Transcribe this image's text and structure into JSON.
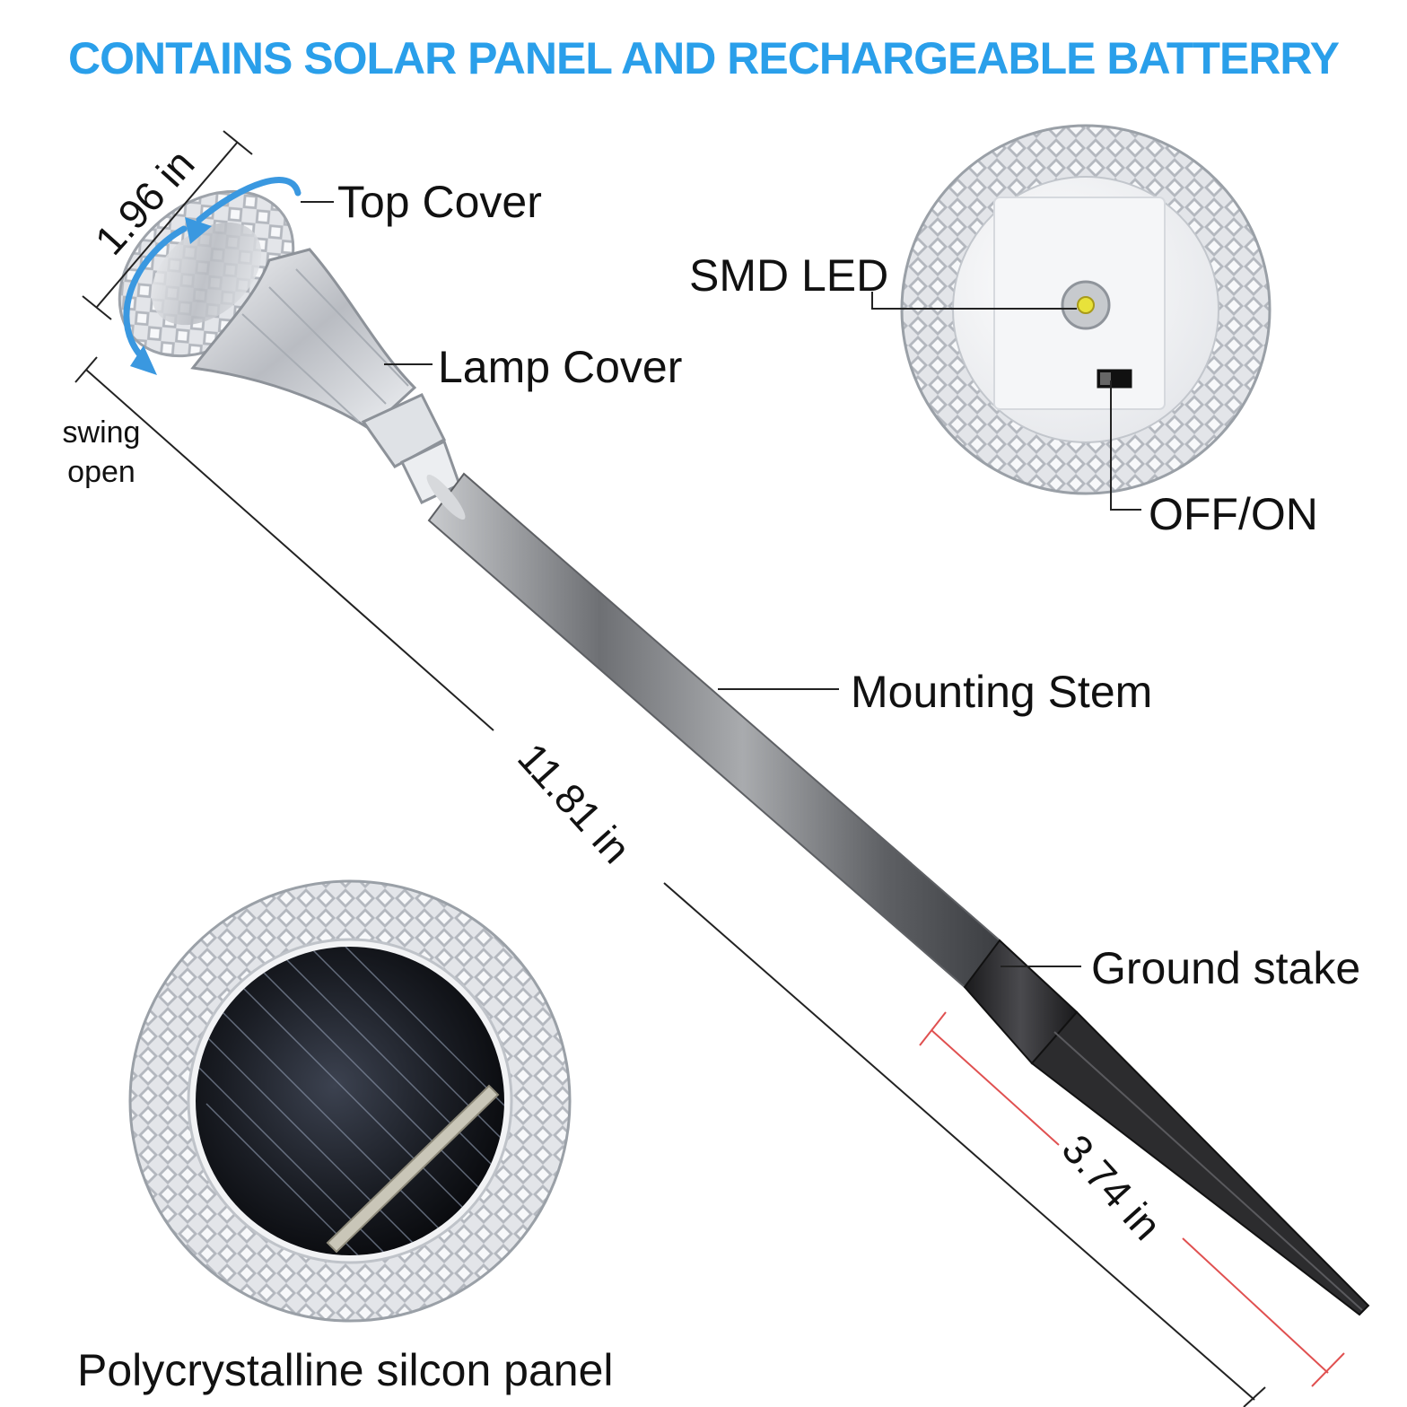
{
  "headline": "CONTAINS SOLAR PANEL AND RECHARGEABLE BATTERRY",
  "labels": {
    "top_cover": "Top Cover",
    "lamp_cover": "Lamp Cover",
    "swing_open_line1": "swing",
    "swing_open_line2": "open",
    "smd_led": "SMD LED",
    "off_on": "OFF/ON",
    "mounting_stem": "Mounting Stem",
    "ground_stake": "Ground stake",
    "solar_panel": "Polycrystalline silcon panel"
  },
  "dimensions": {
    "top_diameter": "1.96 in",
    "total_length": "11.81 in",
    "stake_length": "3.74 in"
  },
  "colors": {
    "headline": "#2a9fea",
    "arrow": "#3a98e0",
    "stake_dimension": "#e05050",
    "stem": "#8a8c90",
    "stake": "#2c2c2e"
  }
}
